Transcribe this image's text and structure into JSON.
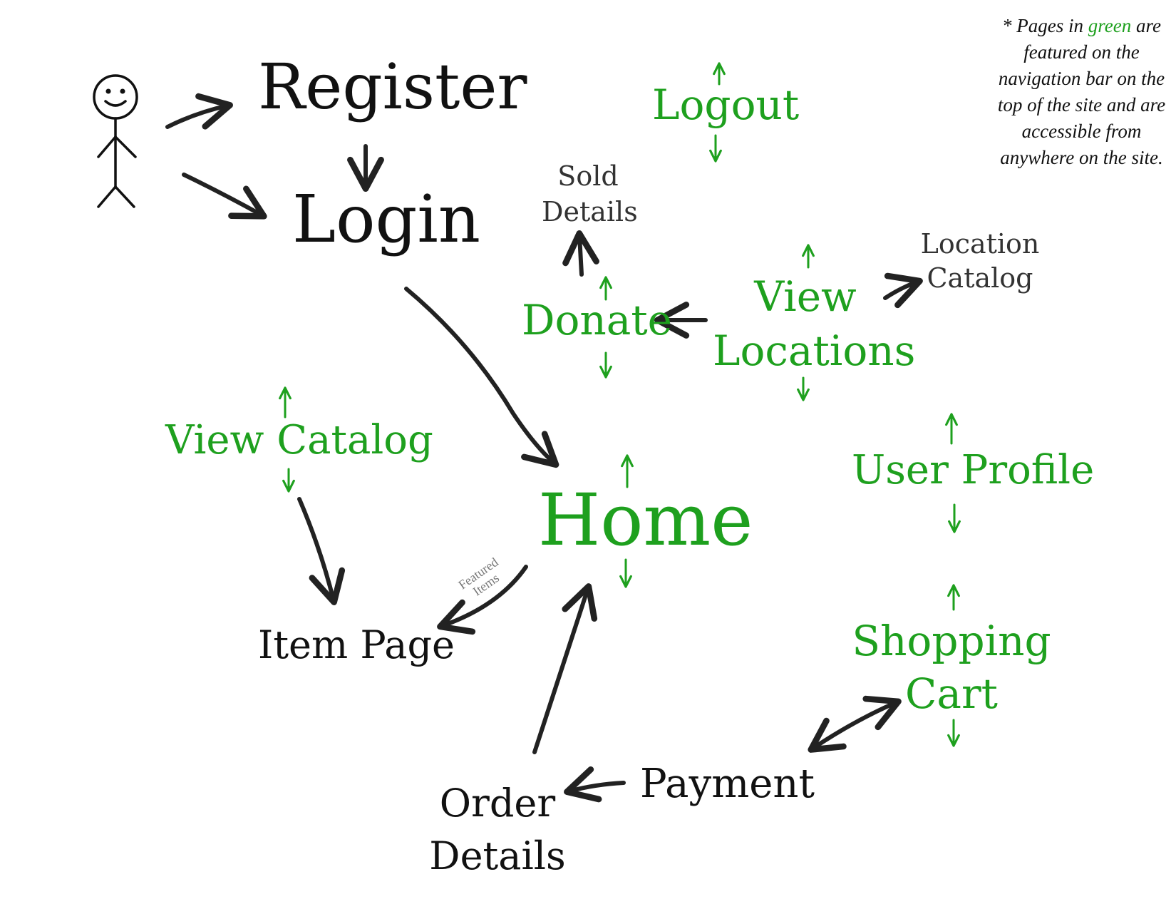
{
  "note": {
    "prefix": "* Pages in",
    "green_word": "green",
    "suffix": "are featured on the navigation bar on the top of the site and are accessible from anywhere on the site."
  },
  "nodes": {
    "register": "Register",
    "login": "Login",
    "logout": "Logout",
    "sold_details_1": "Sold",
    "sold_details_2": "Details",
    "donate": "Donate",
    "view_locations_1": "View",
    "view_locations_2": "Locations",
    "location_catalog_1": "Location",
    "location_catalog_2": "Catalog",
    "view_catalog": "View Catalog",
    "home": "Home",
    "user_profile": "User Profile",
    "item_page": "Item Page",
    "featured_items_1": "Featured",
    "featured_items_2": "Items",
    "shopping_cart_1": "Shopping",
    "shopping_cart_2": "Cart",
    "order_details_1": "Order",
    "order_details_2": "Details",
    "payment": "Payment"
  },
  "colors": {
    "nav_page": "#1ea01e",
    "page": "#111111",
    "arrow": "#222222"
  }
}
